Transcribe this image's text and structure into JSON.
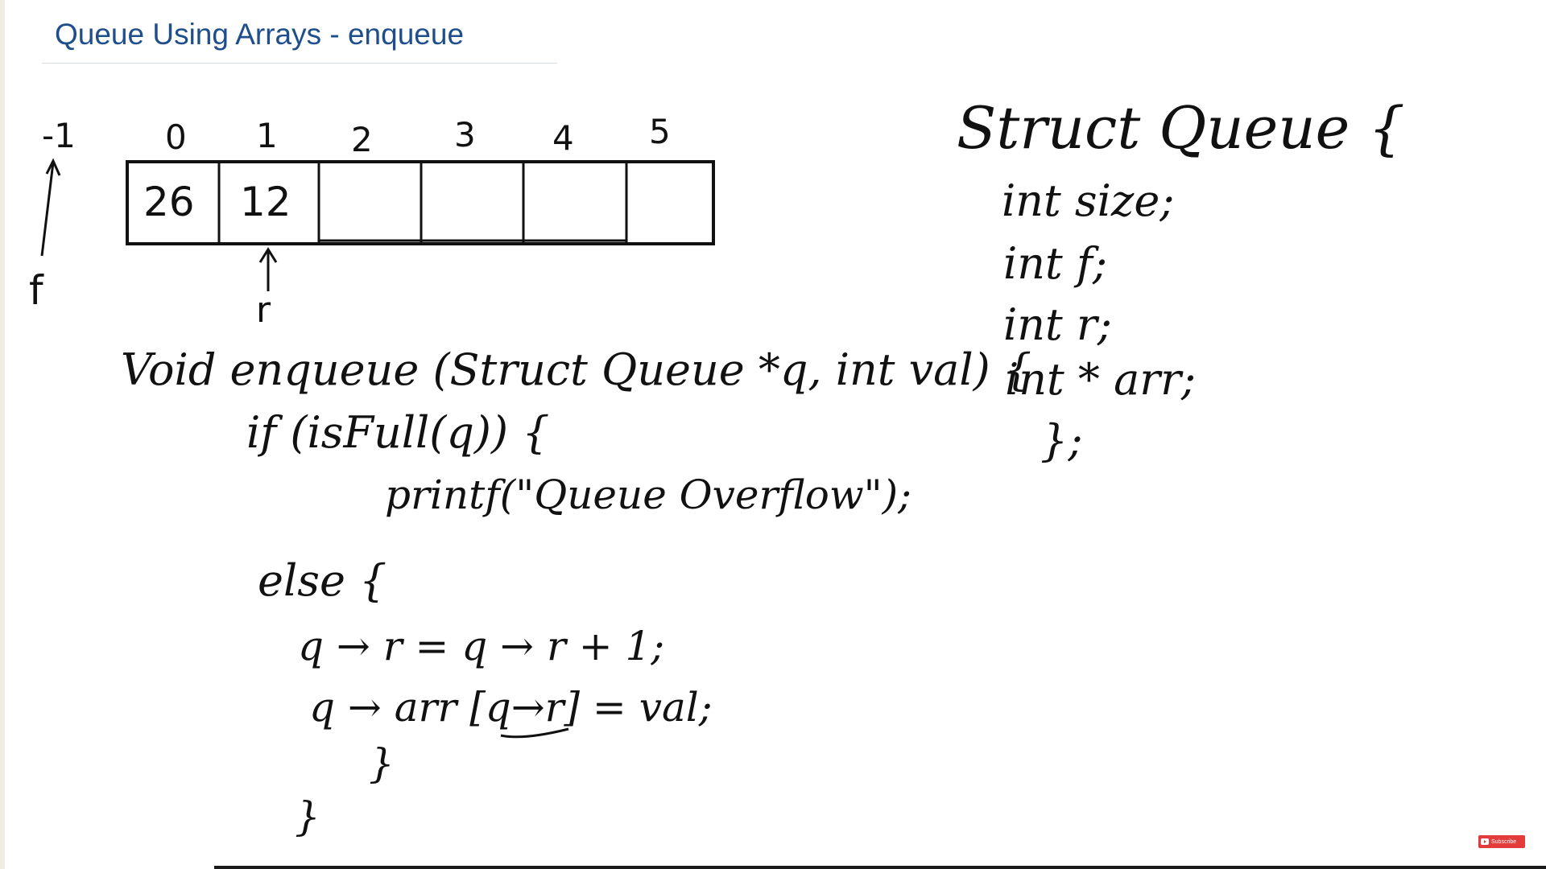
{
  "slide": {
    "title": "Queue Using Arrays - enqueue"
  },
  "queue_array": {
    "front_index_label": "-1",
    "indices": [
      "0",
      "1",
      "2",
      "3",
      "4",
      "5"
    ],
    "cells": [
      "26",
      "12",
      "",
      "",
      "",
      ""
    ],
    "front_pointer_label": "f",
    "rear_pointer_label": "r",
    "front_position": -1,
    "rear_position": 1
  },
  "enqueue_code": {
    "signature": "Void enqueue (Struct Queue *q, int val) {",
    "if_line": "if (isFull(q)) {",
    "printf_line": "printf(\"Queue Overflow\");",
    "else_line": "else {",
    "stmt_increment": "q → r = q → r + 1;",
    "stmt_assign": "q → arr [q→r] = val;",
    "close_inner": "}",
    "close_outer": "}"
  },
  "struct_def": {
    "header": "Struct Queue {",
    "fields": [
      "int size;",
      "int f;",
      "int r;",
      "int * arr;"
    ],
    "footer": "};"
  },
  "overlay": {
    "subscribe_label": "Subscribe"
  }
}
